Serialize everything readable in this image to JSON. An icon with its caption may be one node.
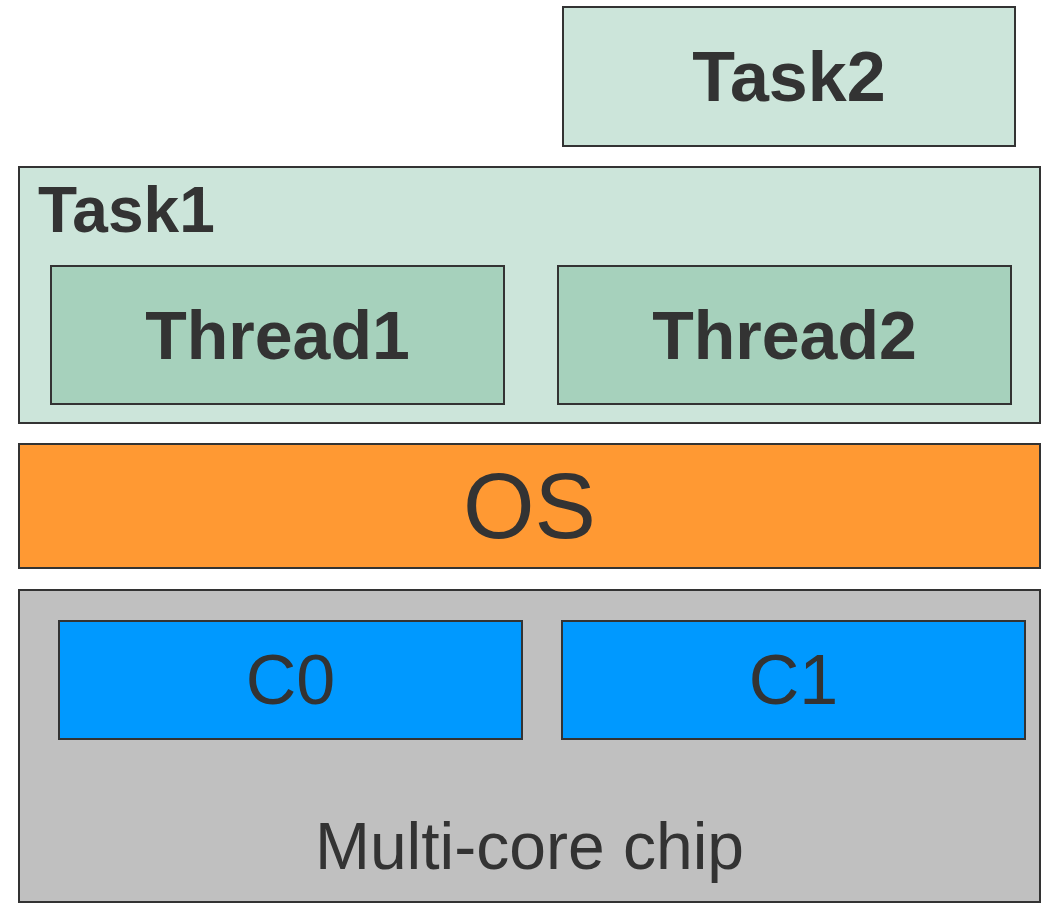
{
  "diagram": {
    "nodes": [
      {
        "text": [
          "Task2"
        ]
      },
      {
        "text": [
          "Task1"
        ]
      },
      {
        "text": [
          "Thread1"
        ],
        "in": 1
      },
      {
        "text": [
          "Thread2"
        ],
        "in": 1
      },
      {
        "text": [
          "OS"
        ]
      },
      {
        "text": [
          "Multi-core chip"
        ]
      },
      {
        "text": [
          "C0"
        ],
        "in": 5
      },
      {
        "text": [
          "C1"
        ],
        "in": 5
      }
    ]
  }
}
